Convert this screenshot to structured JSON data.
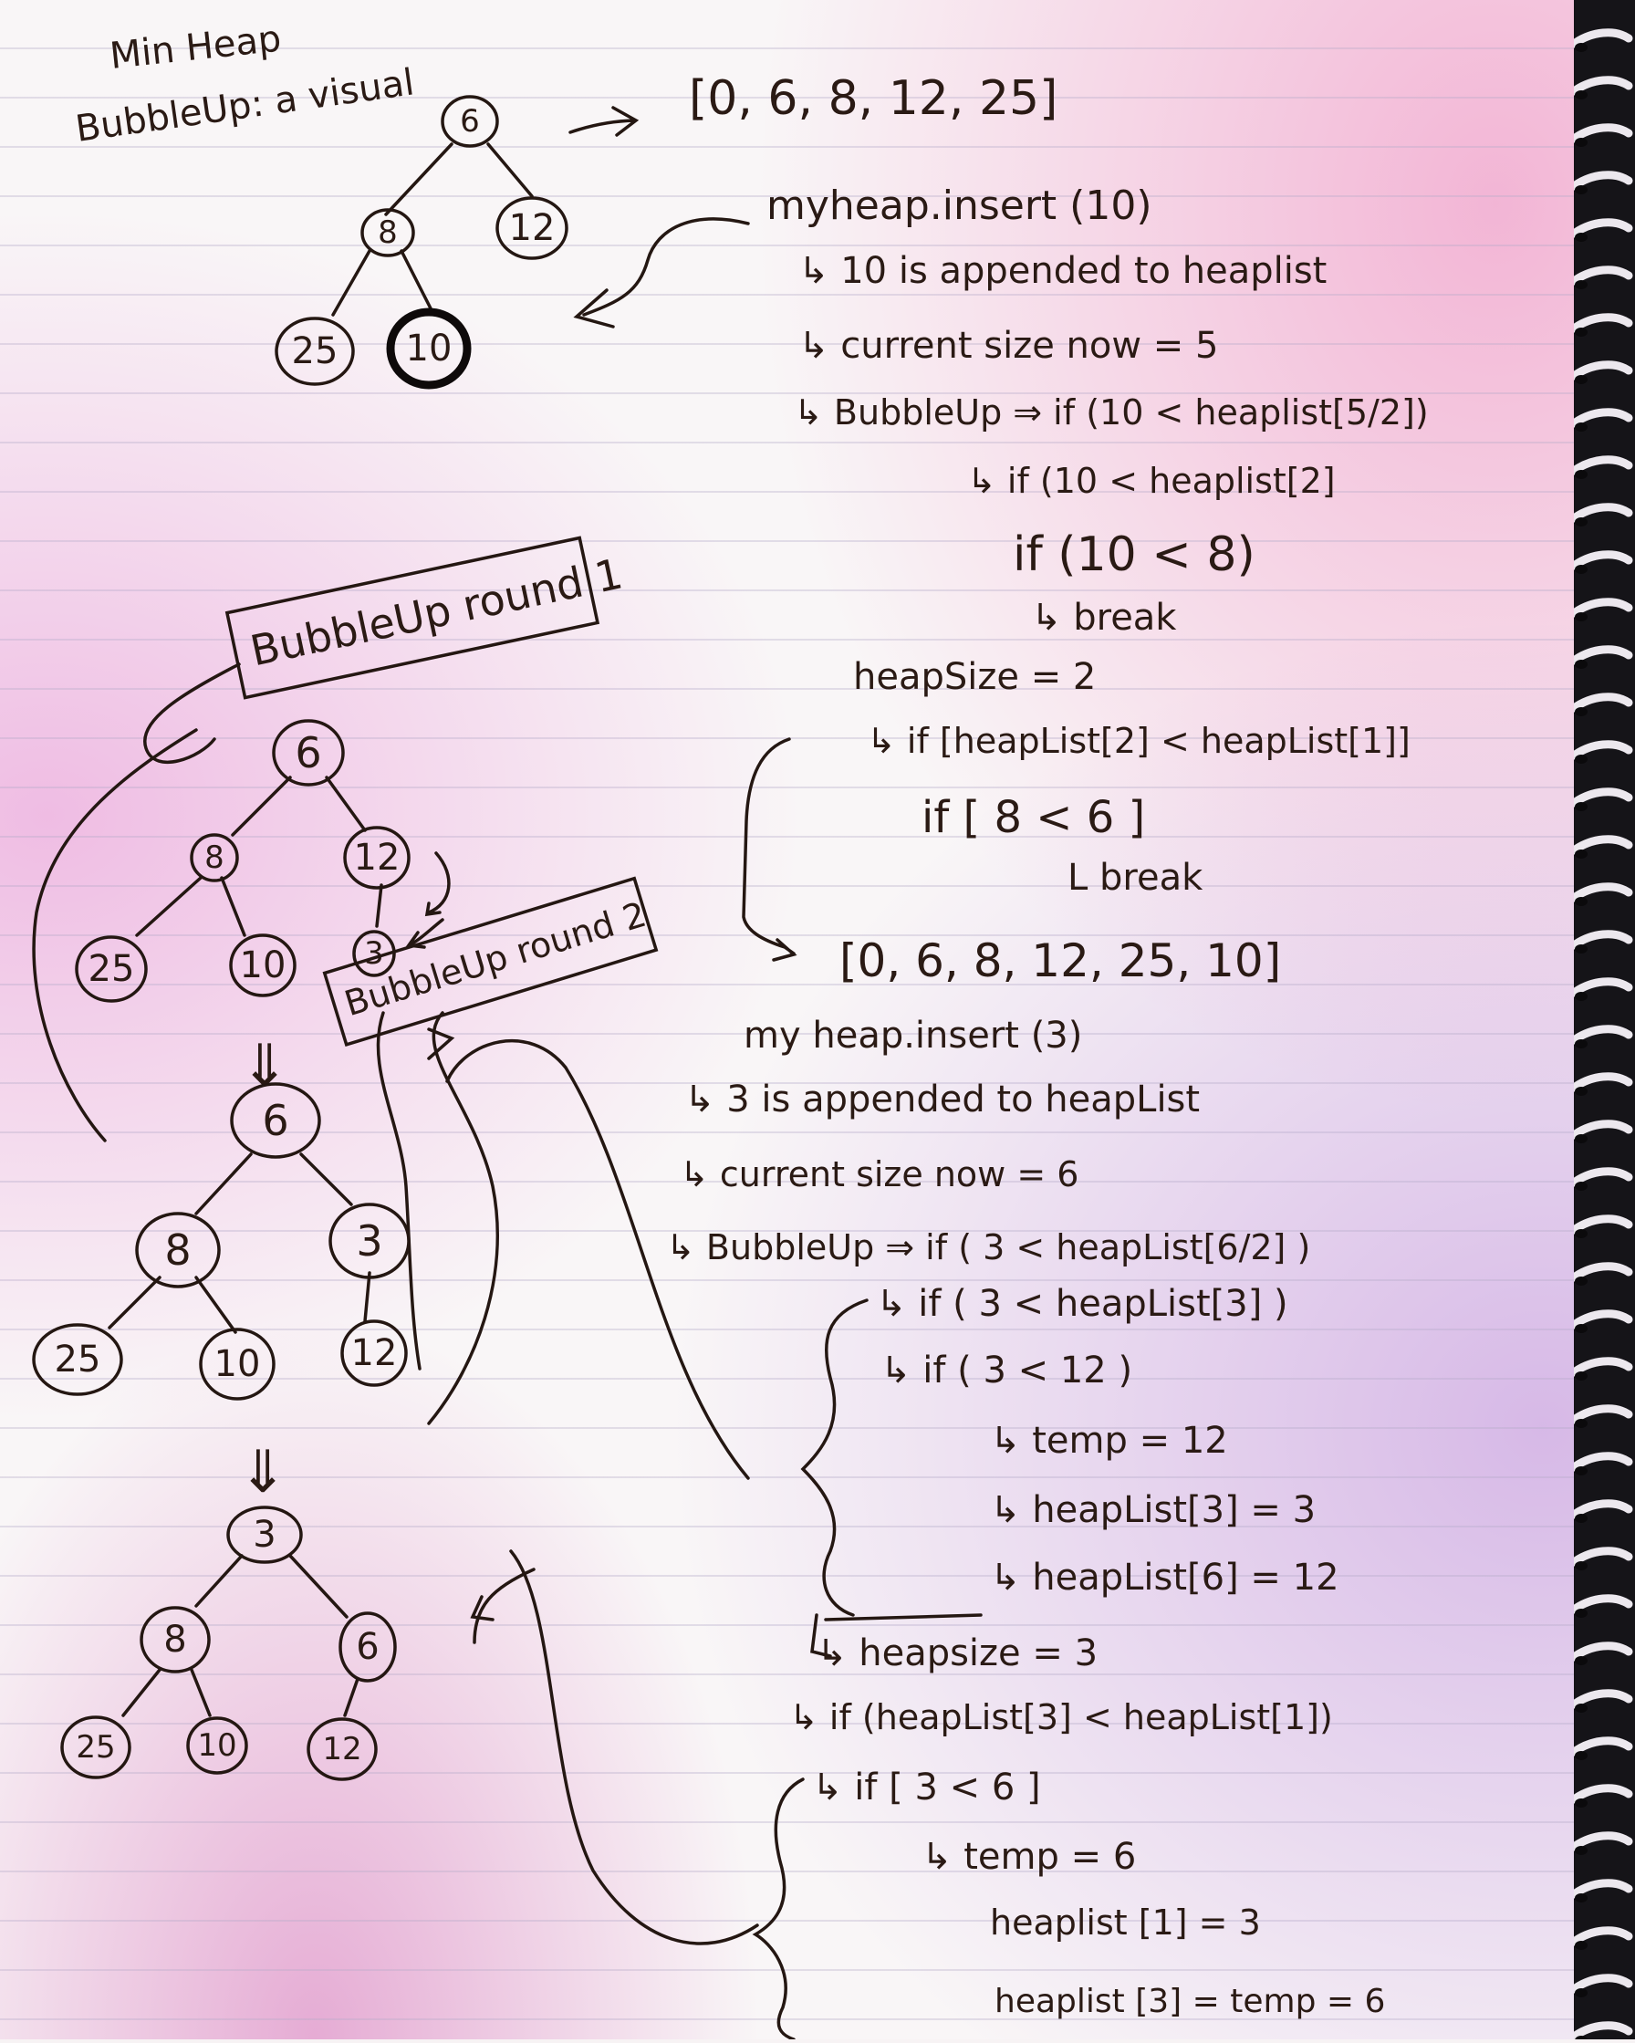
{
  "title": {
    "line1": "Min Heap",
    "line2": "BubbleUp: a visual"
  },
  "initial_array": "[0, 6, 8, 12, 25]",
  "tree1": {
    "root": "6",
    "l": "8",
    "r": "12",
    "ll": "25",
    "lr": "10"
  },
  "label_round1": "BubbleUp round 1",
  "label_round2": "BubbleUp round 2",
  "tree2": {
    "root": "6",
    "l": "8",
    "r": "12",
    "ll": "25",
    "lr": "10",
    "rl": "3",
    "arrow": "⇓"
  },
  "tree3": {
    "root": "6",
    "l": "8",
    "r": "3",
    "ll": "25",
    "lr": "10",
    "rl": "12",
    "arrow": "⇓"
  },
  "tree4": {
    "root": "3",
    "l": "8",
    "r": "6",
    "ll": "25",
    "lr": "10",
    "rl": "12"
  },
  "steps1": [
    "myheap.insert (10)",
    "↳ 10 is appended to heaplist",
    "↳ current size now = 5",
    "↳ BubbleUp ⇒ if (10 < heaplist[5/2])",
    "↳ if (10 < heaplist[2]",
    "if (10 < 8)",
    "↳ break",
    "heapSize = 2",
    "↳ if [heapList[2] < heapList[1]]",
    "if [ 8 < 6 ]",
    "L break",
    "[0, 6, 8, 12, 25, 10]"
  ],
  "steps2": [
    "my heap.insert (3)",
    "↳ 3 is appended to heapList",
    "↳ current size now = 6",
    "↳ BubbleUp ⇒ if ( 3 < heapList[6/2] )",
    "↳ if ( 3 < heapList[3] )",
    "↳ if ( 3 < 12 )",
    "↳ temp = 12",
    "↳ heapList[3] = 3",
    "↳ heapList[6] = 12",
    "↳ heapsize = 3",
    "↳ if (heapList[3] < heapList[1])",
    "↳ if [ 3 < 6 ]",
    "↳ temp = 6",
    "heaplist [1] = 3",
    "heaplist [3] = temp = 6"
  ],
  "colors": {
    "ink": "#2a1a14",
    "paper": "#f9f6f7",
    "binding": "#151418",
    "margin_tint": "#d94fb0"
  }
}
